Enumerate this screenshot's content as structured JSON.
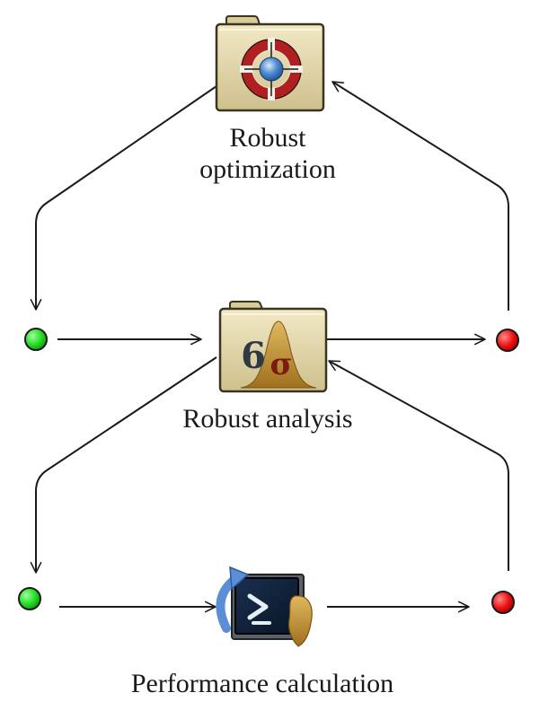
{
  "nodes": {
    "optimization": {
      "label_line1": "Robust",
      "label_line2": "optimization",
      "icon": "target-folder-icon"
    },
    "analysis": {
      "label": "Robust analysis",
      "icon": "six-sigma-folder-icon"
    },
    "performance": {
      "label": "Performance calculation",
      "icon": "command-script-icon"
    }
  },
  "ports": {
    "input_color": "#22dd22",
    "output_color": "#ee1111"
  },
  "colors": {
    "folder_fill": "#e2d6a8",
    "folder_edge": "#3a3420",
    "lifebuoy_red": "#b02020",
    "sigma_bronze": "#b8862b",
    "arrow": "#1a1a1a"
  }
}
